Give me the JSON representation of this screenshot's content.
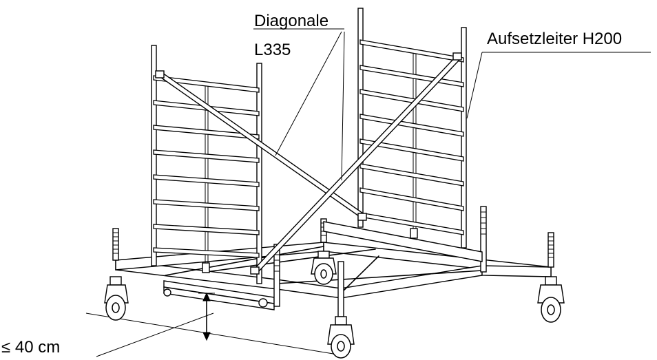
{
  "labels": {
    "diagonal_name": "Diagonale",
    "diagonal_length": "L335",
    "ladder": "Aufsetzleiter H200",
    "clearance": "≤ 40 cm"
  },
  "colors": {
    "line": "#000000",
    "background": "#ffffff"
  }
}
